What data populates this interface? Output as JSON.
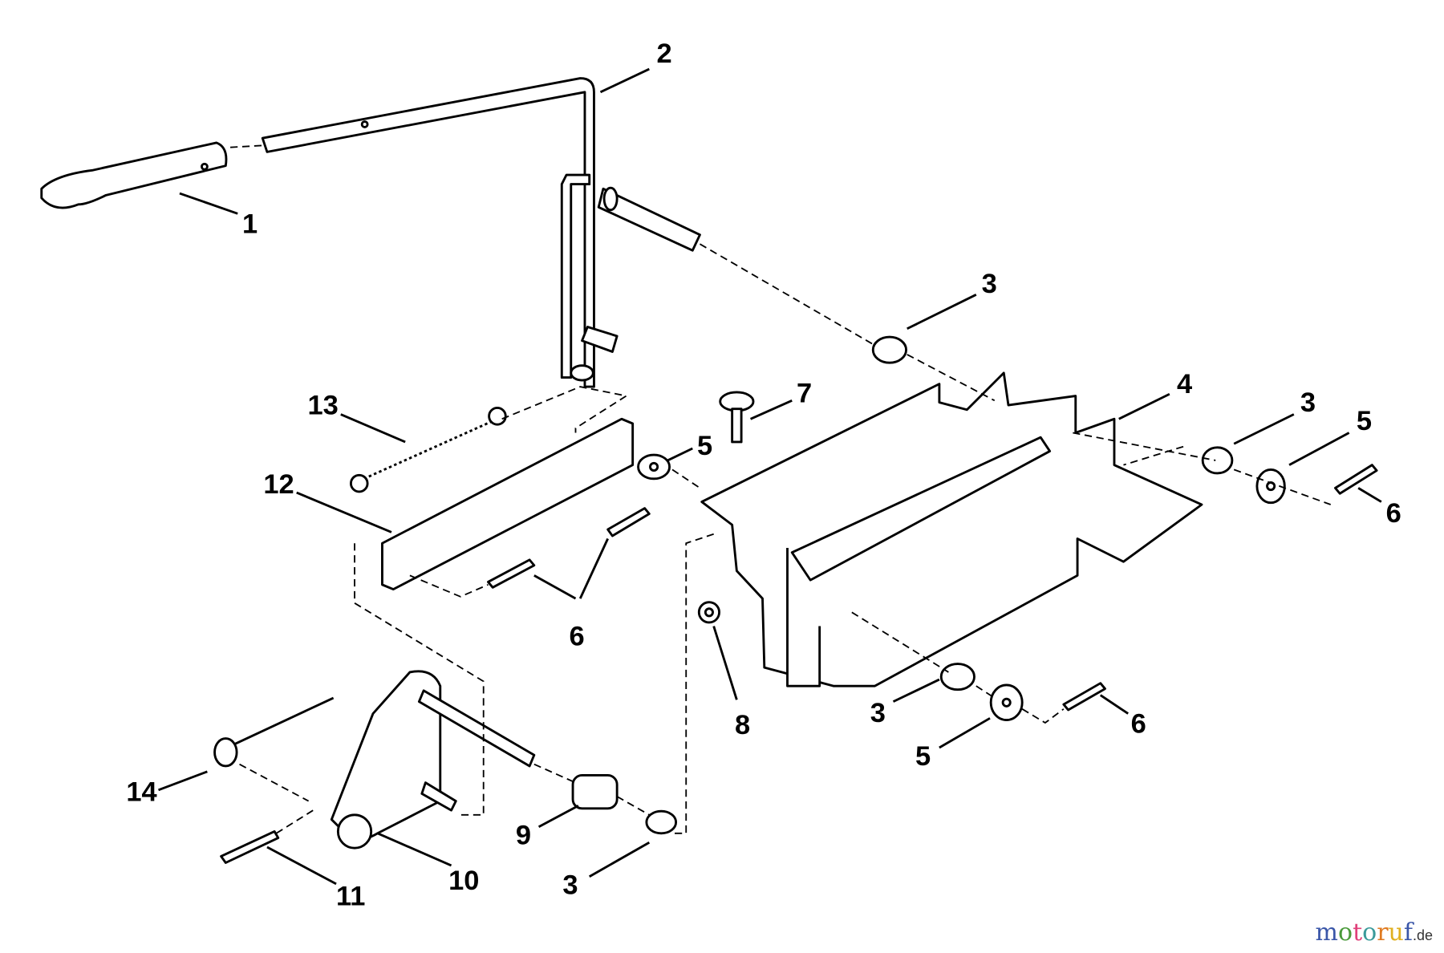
{
  "diagram": {
    "callouts": [
      {
        "id": "c1",
        "text": "1"
      },
      {
        "id": "c2",
        "text": "2"
      },
      {
        "id": "c3a",
        "text": "3"
      },
      {
        "id": "c4",
        "text": "4"
      },
      {
        "id": "c3b",
        "text": "3"
      },
      {
        "id": "c5a",
        "text": "5"
      },
      {
        "id": "c6a",
        "text": "6"
      },
      {
        "id": "c7",
        "text": "7"
      },
      {
        "id": "c13",
        "text": "13"
      },
      {
        "id": "c12",
        "text": "12"
      },
      {
        "id": "c5b",
        "text": "5"
      },
      {
        "id": "c6b",
        "text": "6"
      },
      {
        "id": "c8",
        "text": "8"
      },
      {
        "id": "c3c",
        "text": "3"
      },
      {
        "id": "c5c",
        "text": "5"
      },
      {
        "id": "c6c",
        "text": "6"
      },
      {
        "id": "c14",
        "text": "14"
      },
      {
        "id": "c9",
        "text": "9"
      },
      {
        "id": "c3d",
        "text": "3"
      },
      {
        "id": "c10",
        "text": "10"
      },
      {
        "id": "c11",
        "text": "11"
      }
    ]
  },
  "watermark": {
    "brand": "motoruf",
    "tld": ".de",
    "colors": [
      "#3a56a8",
      "#4a9a3a",
      "#e0407a",
      "#3a9a9a",
      "#e07a20",
      "#e0b020"
    ]
  }
}
